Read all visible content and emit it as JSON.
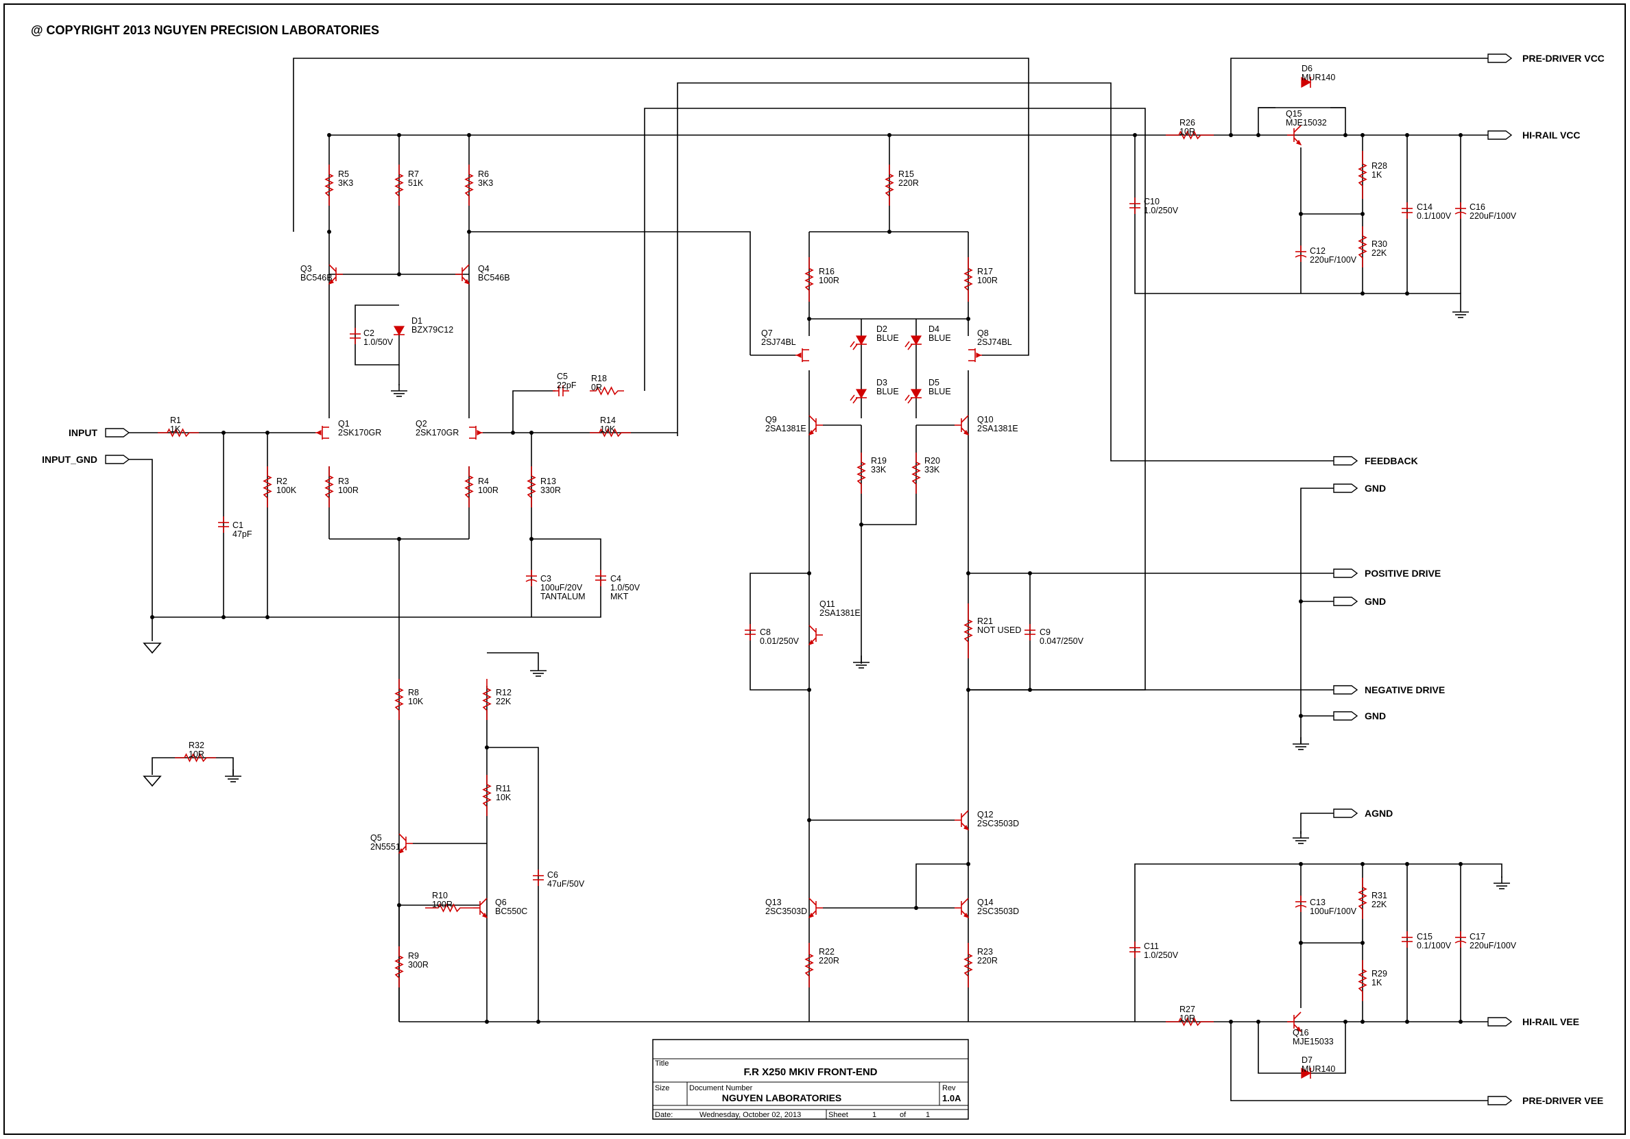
{
  "copyright": "@ COPYRIGHT 2013  NGUYEN PRECISION LABORATORIES",
  "ports": {
    "input": "INPUT",
    "input_gnd": "INPUT_GND",
    "predriver_vcc": "PRE-DRIVER VCC",
    "hirail_vcc": "HI-RAIL VCC",
    "feedback": "FEEDBACK",
    "gnd1": "GND",
    "positive_drive": "POSITIVE DRIVE",
    "gnd2": "GND",
    "negative_drive": "NEGATIVE DRIVE",
    "gnd3": "GND",
    "agnd": "AGND",
    "hirail_vee": "HI-RAIL VEE",
    "predriver_vee": "PRE-DRIVER VEE"
  },
  "components": {
    "R1": {
      "ref": "R1",
      "val": "1K"
    },
    "R2": {
      "ref": "R2",
      "val": "100K"
    },
    "R3": {
      "ref": "R3",
      "val": "100R"
    },
    "R4": {
      "ref": "R4",
      "val": "100R"
    },
    "R5": {
      "ref": "R5",
      "val": "3K3"
    },
    "R6": {
      "ref": "R6",
      "val": "3K3"
    },
    "R7": {
      "ref": "R7",
      "val": "51K"
    },
    "R8": {
      "ref": "R8",
      "val": "10K"
    },
    "R9": {
      "ref": "R9",
      "val": "300R"
    },
    "R10": {
      "ref": "R10",
      "val": "100R"
    },
    "R11": {
      "ref": "R11",
      "val": "10K"
    },
    "R12": {
      "ref": "R12",
      "val": "22K"
    },
    "R13": {
      "ref": "R13",
      "val": "330R"
    },
    "R14": {
      "ref": "R14",
      "val": "10K"
    },
    "R15": {
      "ref": "R15",
      "val": "220R"
    },
    "R16": {
      "ref": "R16",
      "val": "100R"
    },
    "R17": {
      "ref": "R17",
      "val": "100R"
    },
    "R18": {
      "ref": "R18",
      "val": "0R"
    },
    "R19": {
      "ref": "R19",
      "val": "33K"
    },
    "R20": {
      "ref": "R20",
      "val": "33K"
    },
    "R21": {
      "ref": "R21",
      "val": "NOT USED"
    },
    "R22": {
      "ref": "R22",
      "val": "220R"
    },
    "R23": {
      "ref": "R23",
      "val": "220R"
    },
    "R26": {
      "ref": "R26",
      "val": "10R"
    },
    "R27": {
      "ref": "R27",
      "val": "10R"
    },
    "R28": {
      "ref": "R28",
      "val": "1K"
    },
    "R29": {
      "ref": "R29",
      "val": "1K"
    },
    "R30": {
      "ref": "R30",
      "val": "22K"
    },
    "R31": {
      "ref": "R31",
      "val": "22K"
    },
    "R32": {
      "ref": "R32",
      "val": "10R"
    },
    "C1": {
      "ref": "C1",
      "val": "47pF"
    },
    "C2": {
      "ref": "C2",
      "val": "1.0/50V"
    },
    "C3": {
      "ref": "C3",
      "val": "100uF/20V",
      "val2": "TANTALUM"
    },
    "C4": {
      "ref": "C4",
      "val": "1.0/50V",
      "val2": "MKT"
    },
    "C5": {
      "ref": "C5",
      "val": "22pF"
    },
    "C6": {
      "ref": "C6",
      "val": "47uF/50V"
    },
    "C8": {
      "ref": "C8",
      "val": "0.01/250V"
    },
    "C9": {
      "ref": "C9",
      "val": "0.047/250V"
    },
    "C10": {
      "ref": "C10",
      "val": "1.0/250V"
    },
    "C11": {
      "ref": "C11",
      "val": "1.0/250V"
    },
    "C12": {
      "ref": "C12",
      "val": "220uF/100V"
    },
    "C13": {
      "ref": "C13",
      "val": "100uF/100V"
    },
    "C14": {
      "ref": "C14",
      "val": "0.1/100V"
    },
    "C15": {
      "ref": "C15",
      "val": "0.1/100V"
    },
    "C16": {
      "ref": "C16",
      "val": "220uF/100V"
    },
    "C17": {
      "ref": "C17",
      "val": "220uF/100V"
    },
    "D1": {
      "ref": "D1",
      "val": "BZX79C12"
    },
    "D2": {
      "ref": "D2",
      "val": "BLUE"
    },
    "D3": {
      "ref": "D3",
      "val": "BLUE"
    },
    "D4": {
      "ref": "D4",
      "val": "BLUE"
    },
    "D5": {
      "ref": "D5",
      "val": "BLUE"
    },
    "D6": {
      "ref": "D6",
      "val": "MUR140"
    },
    "D7": {
      "ref": "D7",
      "val": "MUR140"
    },
    "Q1": {
      "ref": "Q1",
      "val": "2SK170GR"
    },
    "Q2": {
      "ref": "Q2",
      "val": "2SK170GR"
    },
    "Q3": {
      "ref": "Q3",
      "val": "BC546B"
    },
    "Q4": {
      "ref": "Q4",
      "val": "BC546B"
    },
    "Q5": {
      "ref": "Q5",
      "val": "2N5551"
    },
    "Q6": {
      "ref": "Q6",
      "val": "BC550C"
    },
    "Q7": {
      "ref": "Q7",
      "val": "2SJ74BL"
    },
    "Q8": {
      "ref": "Q8",
      "val": "2SJ74BL"
    },
    "Q9": {
      "ref": "Q9",
      "val": "2SA1381E"
    },
    "Q10": {
      "ref": "Q10",
      "val": "2SA1381E"
    },
    "Q11": {
      "ref": "Q11",
      "val": "2SA1381E"
    },
    "Q12": {
      "ref": "Q12",
      "val": "2SC3503D"
    },
    "Q13": {
      "ref": "Q13",
      "val": "2SC3503D"
    },
    "Q14": {
      "ref": "Q14",
      "val": "2SC3503D"
    },
    "Q15": {
      "ref": "Q15",
      "val": "MJE15032"
    },
    "Q16": {
      "ref": "Q16",
      "val": "MJE15033"
    }
  },
  "titleblock": {
    "title_label": "Title",
    "title": "F.R X250 MKIV FRONT-END",
    "size_label": "Size",
    "docnum_label": "Document Number",
    "docnum": "NGUYEN LABORATORIES",
    "rev_label": "Rev",
    "rev": "1.0A",
    "date_label": "Date:",
    "date": "Wednesday, October 02, 2013",
    "sheet_label": "Sheet",
    "sheet": "1",
    "of_label": "of",
    "sheets": "1"
  },
  "colors": {
    "wire": "#000000",
    "component": "#d00000"
  }
}
